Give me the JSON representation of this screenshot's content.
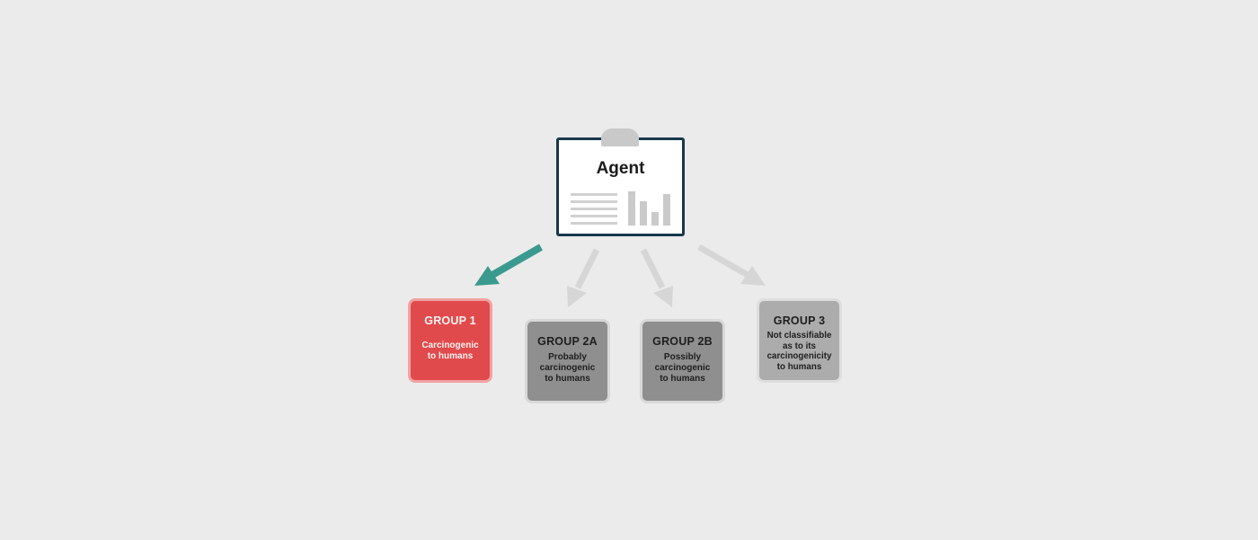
{
  "agent": {
    "title": "Agent"
  },
  "groups": [
    {
      "id": "group-1",
      "title": "GROUP 1",
      "lines": [
        "Carcinogenic",
        "to humans"
      ]
    },
    {
      "id": "group-2a",
      "title": "GROUP 2A",
      "lines": [
        "Probably",
        "carcinogenic",
        "to humans"
      ]
    },
    {
      "id": "group-2b",
      "title": "GROUP 2B",
      "lines": [
        "Possibly",
        "carcinogenic",
        "to humans"
      ]
    },
    {
      "id": "group-3",
      "title": "GROUP 3",
      "lines": [
        "Not classifiable",
        "as to its",
        "carcinogenicity",
        "to humans"
      ]
    }
  ],
  "colors": {
    "highlight_arrow": "#3a9a8f",
    "inactive_arrow": "#d6d6d6",
    "group1_fill": "#e14a4c",
    "clipboard_border": "#17384e"
  },
  "highlighted_group": "GROUP 1"
}
